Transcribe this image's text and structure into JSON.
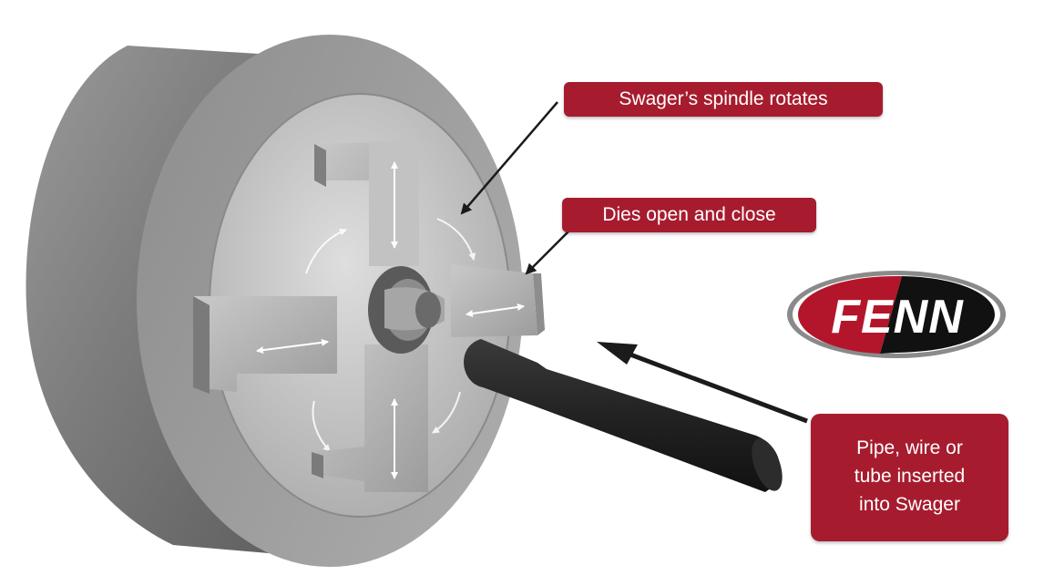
{
  "callouts": {
    "spindle": "Swager’s spindle rotates",
    "dies": "Dies open and close",
    "pipe_lines": [
      "Pipe, wire or",
      "tube inserted",
      "into Swager"
    ]
  },
  "logo": {
    "text": "FENN",
    "icon": "fenn-logo-icon"
  },
  "colors": {
    "callout": "#a61c2e",
    "logo_red": "#b3162a",
    "logo_black": "#111111",
    "metal_light": "#cfcfcf",
    "metal_dark": "#6e6e6e",
    "rod": "#1e1e1e"
  }
}
